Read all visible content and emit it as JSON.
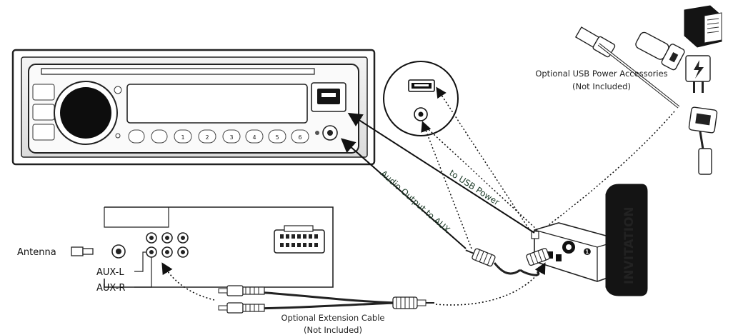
{
  "labels": {
    "usb_accessories_line1": "Optional USB Power Accessories",
    "usb_accessories_line2": "(Not Included)",
    "antenna": "Antenna",
    "aux_l": "AUX-L",
    "aux_r": "AUX-R",
    "extension_line1": "Optional Extension Cable",
    "extension_line2": "(Not Included)",
    "audio_output": "Audio Output to AUX",
    "usb_power": "to USB Power",
    "brand": "INVITATION",
    "unit_number": "❶"
  },
  "radio": {
    "preset_buttons": [
      "1",
      "2",
      "3",
      "4",
      "5",
      "6"
    ]
  },
  "colors": {
    "line": "#222222",
    "green_text": "#1f3d2a",
    "dark_fill": "#111111",
    "panel_grey": "#e9e9e9"
  }
}
